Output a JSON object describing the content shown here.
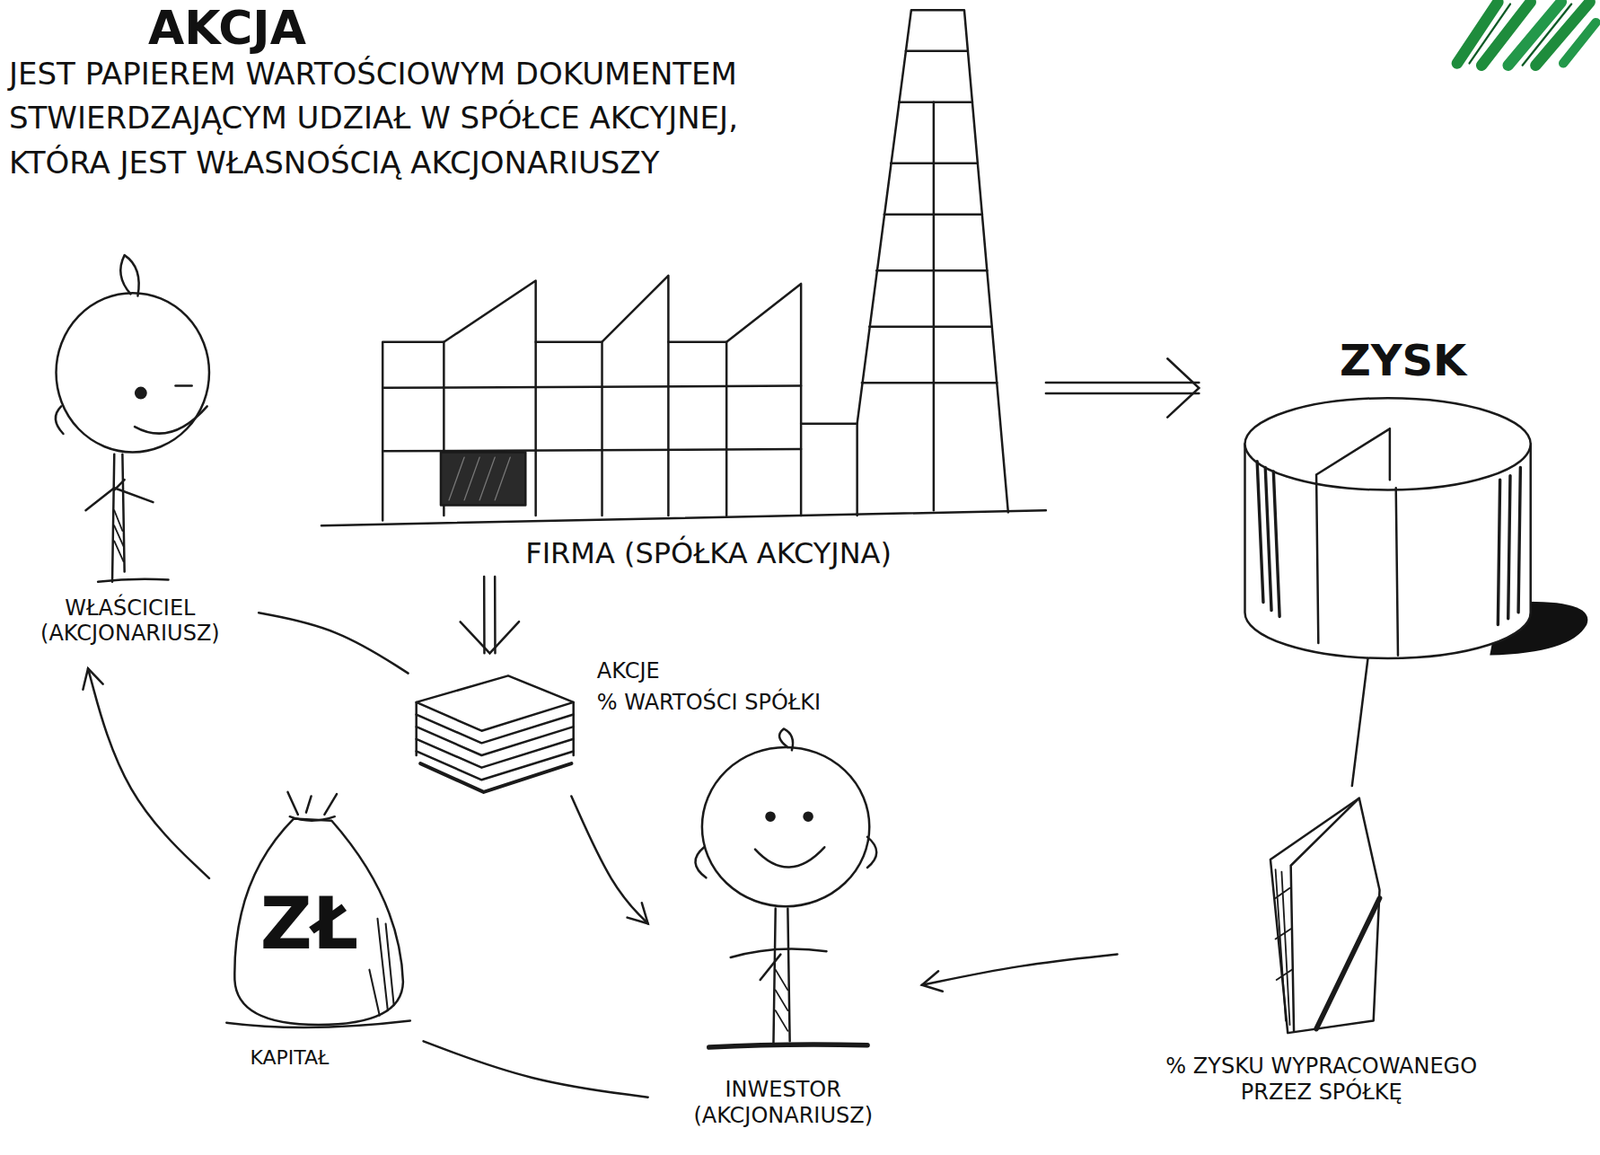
{
  "diagram": {
    "title": "AKCJA",
    "nodes": [
      {
        "text": [
          "WŁAŚCICIEL (AKCJONARIUSZ)"
        ]
      },
      {
        "text": [
          "FIRMA (SPÓŁKA AKCYJNA)"
        ]
      },
      {
        "text": [
          "ZYSK"
        ]
      },
      {
        "text": [
          "AKCJE",
          "% WARTOŚCI SPÓŁKI"
        ]
      },
      {
        "text": [
          "ZŁ",
          "KAPITAŁ"
        ]
      },
      {
        "text": [
          "INWESTOR (AKCJONARIUSZ)"
        ]
      },
      {
        "text": [
          "% ZYSKU WYPRACOWANEGO PRZEZ SPÓŁKĘ"
        ]
      }
    ],
    "edges": [
      {
        "from": 1,
        "to": 2,
        "arrow": "to"
      },
      {
        "from": 1,
        "to": 3,
        "arrow": "to"
      },
      {
        "from": 0,
        "to": 3,
        "arrow": "none"
      },
      {
        "from": 3,
        "to": 5,
        "arrow": "to"
      },
      {
        "from": 2,
        "to": 6,
        "arrow": "none"
      },
      {
        "from": 6,
        "to": 5,
        "arrow": "to"
      },
      {
        "from": 5,
        "to": 4,
        "arrow": "none"
      },
      {
        "from": 4,
        "to": 0,
        "arrow": "to"
      }
    ],
    "labels": [
      "JEST PAPIEREM WARTOŚCIOWYM DOKUMENTEM STWIERDZAJĄCYM UDZIAŁ W SPÓŁCE AKCYJNEJ, KTÓRA JEST WŁASNOŚCIĄ AKCJONARIUSZY"
    ]
  }
}
